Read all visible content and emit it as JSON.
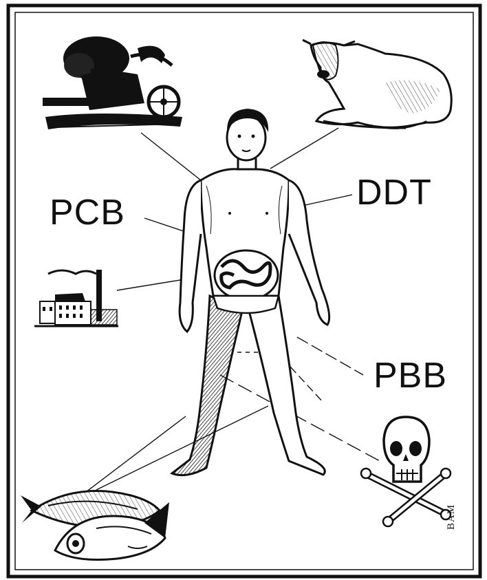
{
  "labels": {
    "pcb": "PCB",
    "ddt": "DDT",
    "pbb": "PBB"
  },
  "signature": "BAM",
  "colors": {
    "ink": "#111111",
    "paper": "#ffffff"
  },
  "icons": [
    "farm-machinery-illustration",
    "cow-illustration",
    "factory-illustration",
    "fish-illustration",
    "skull-and-crossbones-icon",
    "human-figure-illustration"
  ]
}
